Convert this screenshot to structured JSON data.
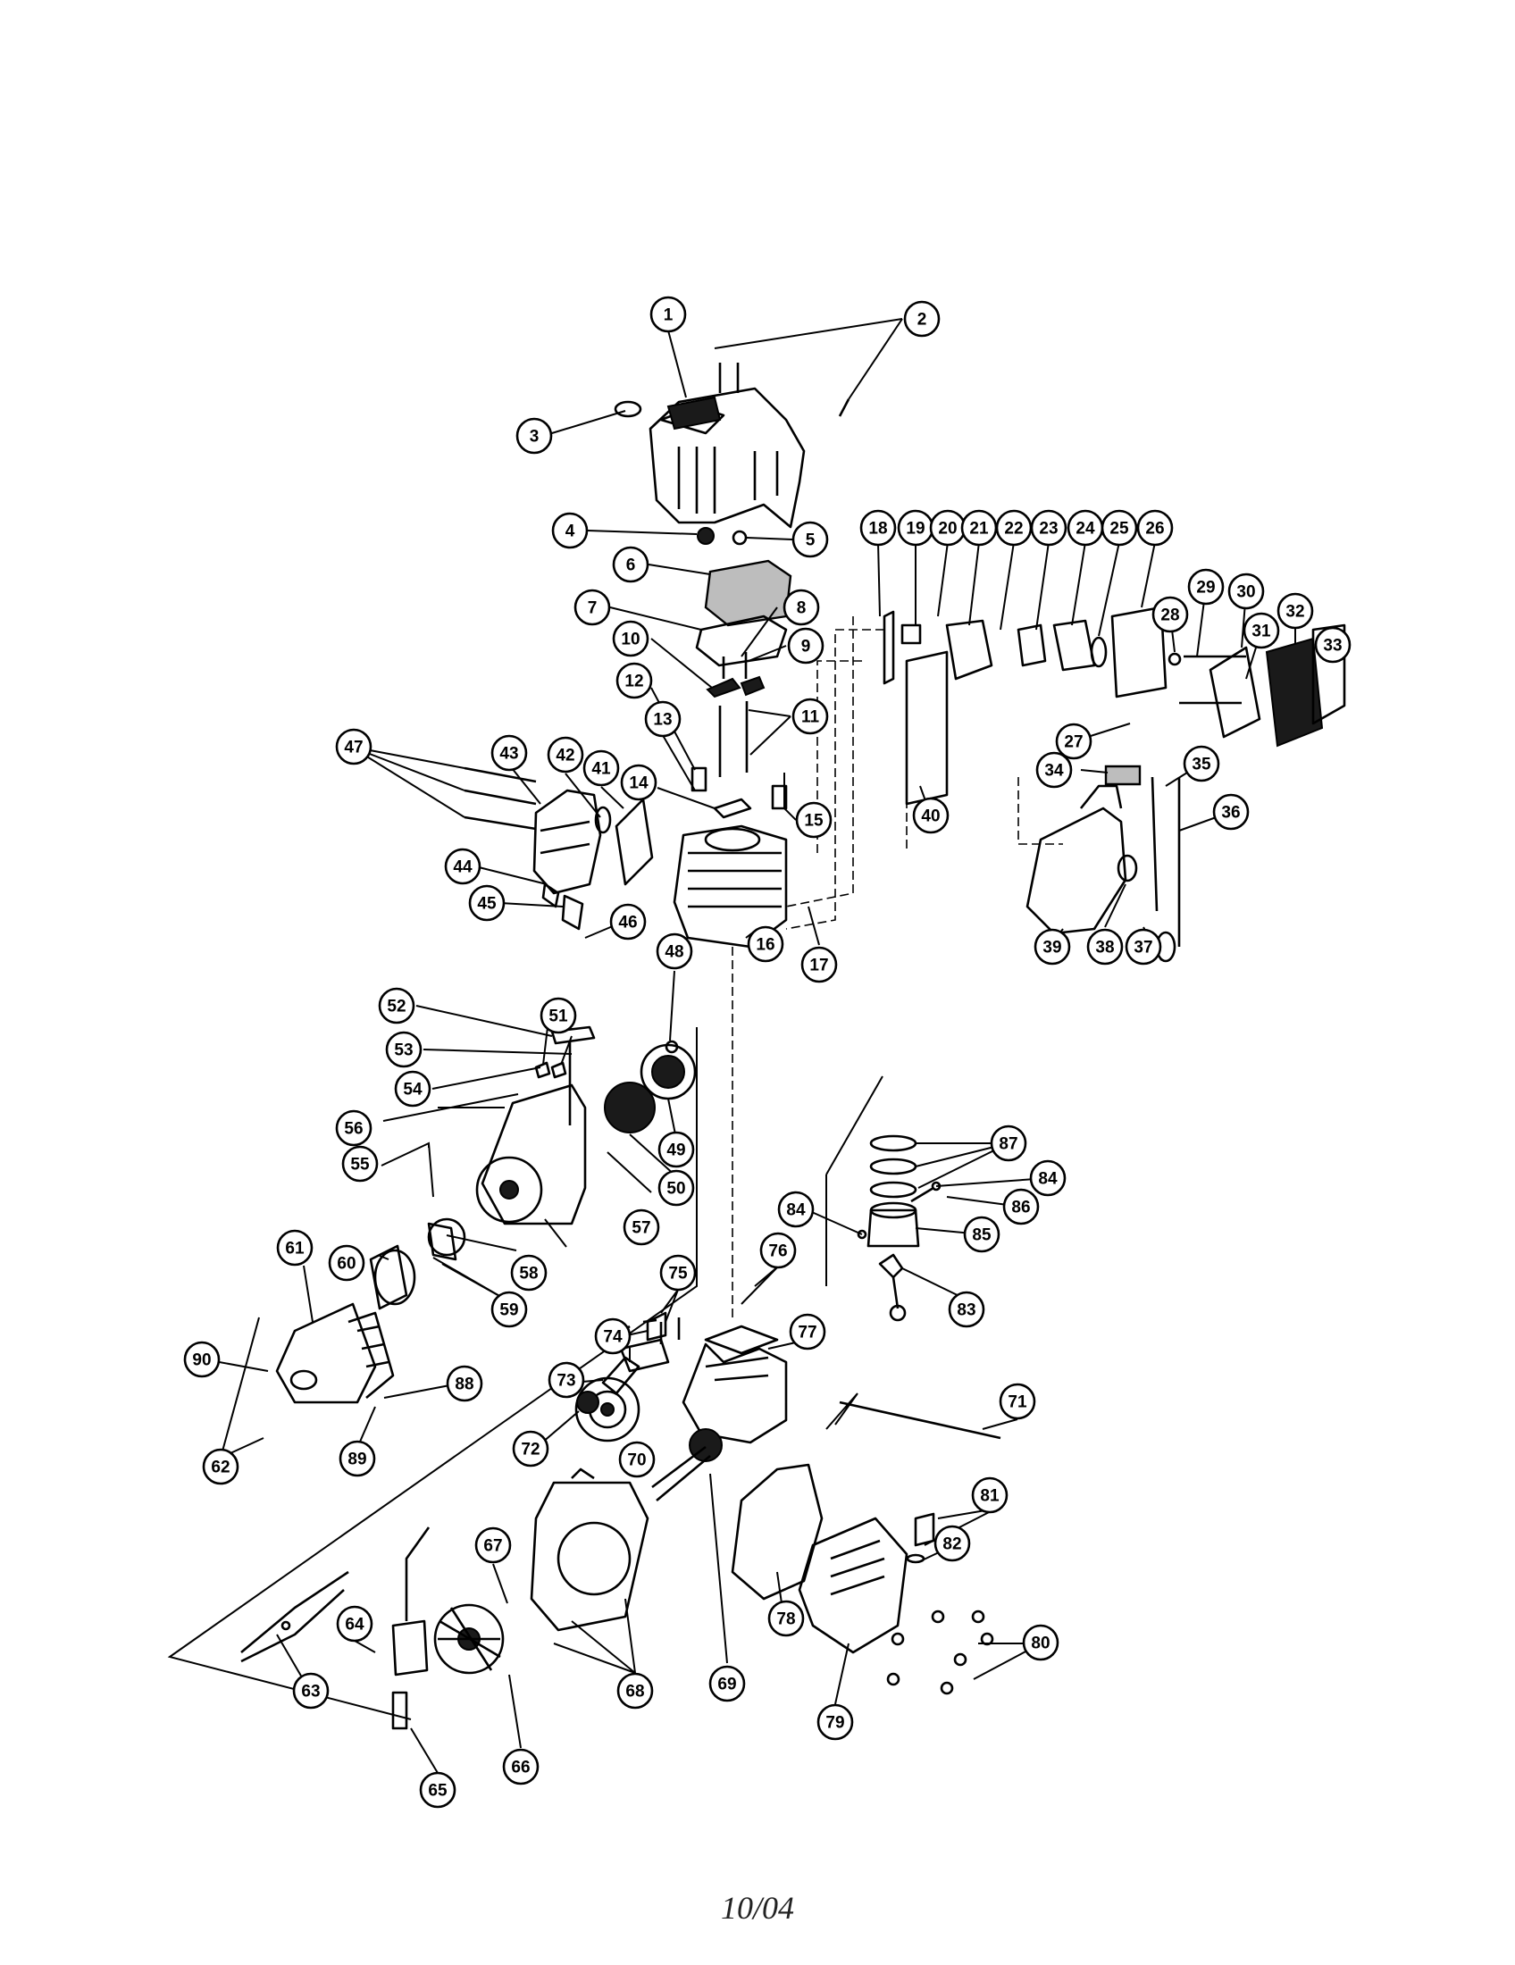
{
  "footer": {
    "date": "10/04"
  },
  "callouts": [
    "1",
    "2",
    "3",
    "4",
    "5",
    "6",
    "7",
    "8",
    "9",
    "10",
    "11",
    "12",
    "13",
    "14",
    "15",
    "16",
    "17",
    "18",
    "19",
    "20",
    "21",
    "22",
    "23",
    "24",
    "25",
    "26",
    "27",
    "28",
    "29",
    "30",
    "31",
    "32",
    "33",
    "34",
    "35",
    "36",
    "37",
    "38",
    "39",
    "40",
    "41",
    "42",
    "43",
    "44",
    "45",
    "46",
    "47",
    "48",
    "49",
    "50",
    "51",
    "52",
    "53",
    "54",
    "55",
    "56",
    "57",
    "58",
    "59",
    "60",
    "61",
    "62",
    "63",
    "64",
    "65",
    "66",
    "67",
    "68",
    "69",
    "70",
    "71",
    "72",
    "73",
    "74",
    "75",
    "76",
    "77",
    "78",
    "79",
    "80",
    "81",
    "82",
    "83",
    "84",
    "84",
    "85",
    "86",
    "87",
    "88",
    "89",
    "90"
  ]
}
